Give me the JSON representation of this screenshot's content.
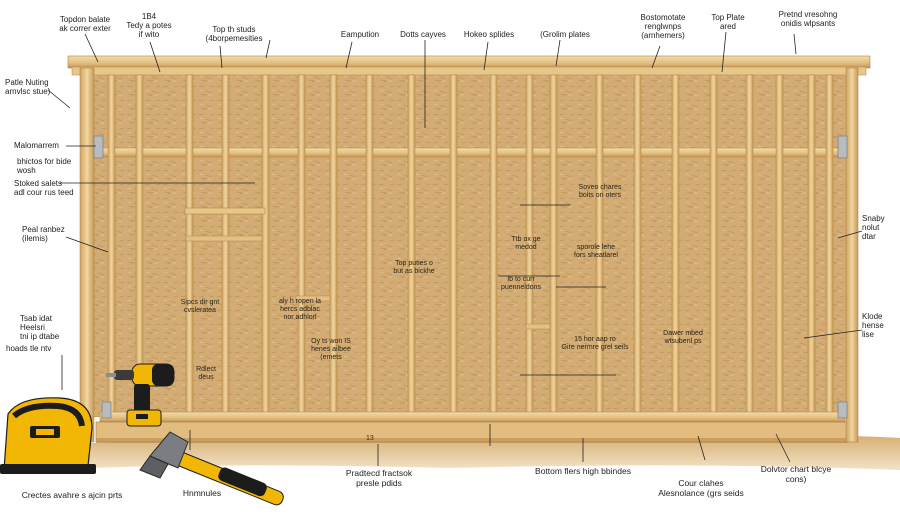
{
  "top_labels": [
    {
      "id": "tl-1",
      "text": "Topdon balate\nak correr exter"
    },
    {
      "id": "tl-2",
      "text": "1B4\nTedy a potes\nif wito"
    },
    {
      "id": "tl-3",
      "text": "Top th studs\n(4borpemesities"
    },
    {
      "id": "tl-4",
      "text": "Eampution"
    },
    {
      "id": "tl-5",
      "text": "Dotts cayves"
    },
    {
      "id": "tl-6",
      "text": "Hokeo splides"
    },
    {
      "id": "tl-7",
      "text": "(Grolim plates"
    },
    {
      "id": "tl-8",
      "text": "Bostomotate\nrenglwnps\n(arnhemers)"
    },
    {
      "id": "tl-9",
      "text": "Top Plate\nared"
    },
    {
      "id": "tl-10",
      "text": "Pretnd vresohng\nonidis wlpsants"
    }
  ],
  "left_labels": [
    {
      "id": "ll-1",
      "text": "Patle Nuting\narnvlsc stue)"
    },
    {
      "id": "ll-2",
      "text": "Malomarrem"
    },
    {
      "id": "ll-3",
      "text": "bhictos for bide\nwosh"
    },
    {
      "id": "ll-4",
      "text": "Stoked salets\nadl cour rus teed"
    },
    {
      "id": "ll-5",
      "text": "Peal ranbez\n(ilemis)"
    },
    {
      "id": "ll-6",
      "text": "Tsab idat\nHeelsri\ntni ip dtabe"
    },
    {
      "id": "ll-7",
      "text": "hoads tle ntv"
    }
  ],
  "right_labels": [
    {
      "id": "rl-1",
      "text": "Snaby\nnolut\ndtar"
    },
    {
      "id": "rl-2",
      "text": "Klode\nhense\nlise"
    }
  ],
  "inner_labels": [
    {
      "id": "il-1",
      "text": "Soveo chares\nbolts on oters"
    },
    {
      "id": "il-2",
      "text": "Ttb ox ge\nmedod"
    },
    {
      "id": "il-3",
      "text": "sporole lehe\nfors sheatlarel"
    },
    {
      "id": "il-4",
      "text": "Top puties o\nbut as bickhe"
    },
    {
      "id": "il-5",
      "text": "Ib to curr\npuenneldons"
    },
    {
      "id": "il-6",
      "text": "Sipcs dir gnt\ncvsleratea"
    },
    {
      "id": "il-7",
      "text": "aly h ropen la\nhercs adblac\nnor adhlorl"
    },
    {
      "id": "il-8",
      "text": "15 hor aap ro\nGire nermre grel seils"
    },
    {
      "id": "il-9",
      "text": "Dawer mbed\nwtsubenl ps"
    },
    {
      "id": "il-10",
      "text": "Oy ts won IS\nhenes ailbee\n(emets"
    },
    {
      "id": "il-11",
      "text": "Rdlect\ndeus"
    }
  ],
  "bottom_labels": [
    {
      "id": "bl-1",
      "text": "Crectes avahre s ajcin prts"
    },
    {
      "id": "bl-2",
      "text": "Hnmnules"
    },
    {
      "id": "bl-3",
      "text": "Pradtecd fractsok\npresle pdids"
    },
    {
      "id": "bl-4",
      "text": "Bottom flers high bbindes"
    },
    {
      "id": "bl-5",
      "text": "Cour clahes\nAlesnolance (grs seids"
    },
    {
      "id": "bl-6",
      "text": "Dolvtor chart blcye\ncons)"
    }
  ],
  "plate_number": "13",
  "colors": {
    "wood_light": "#e9c98d",
    "wood_mid": "#d9aa66",
    "wood_dark": "#b98a49",
    "osb": "#d8b27a",
    "soil": "#c79a5f",
    "tool_yellow": "#f2b705",
    "tool_black": "#1c1c1c",
    "label_text": "#222222"
  },
  "icons": [
    "drill-icon",
    "sander-icon",
    "hammer-icon",
    "hanger-bracket-icon"
  ]
}
